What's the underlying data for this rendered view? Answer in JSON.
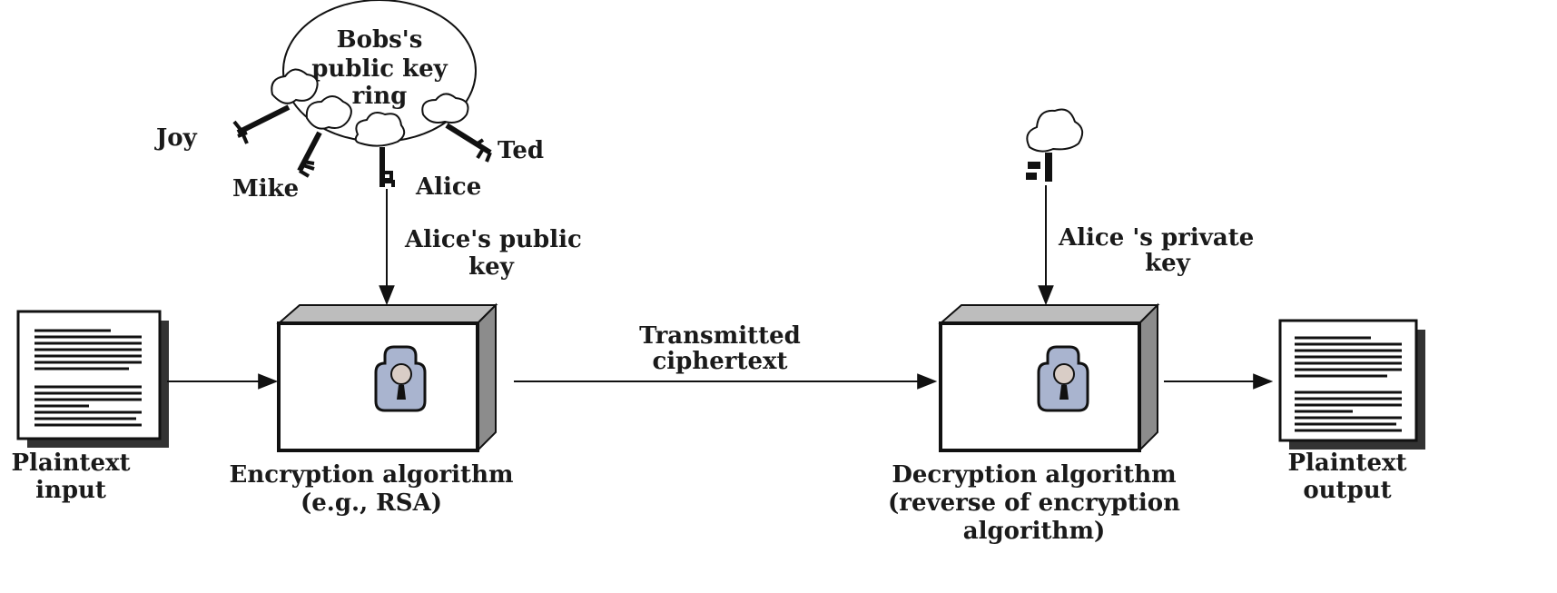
{
  "key_ring": {
    "label_line1": "Bobs's",
    "label_line2": "public key",
    "label_line3": "ring",
    "keys": {
      "joy": "Joy",
      "mike": "Mike",
      "alice": "Alice",
      "ted": "Ted"
    }
  },
  "public_key": {
    "line1": "Alice's public",
    "line2": "key"
  },
  "private_key": {
    "line1": "Alice 's private",
    "line2": "key"
  },
  "plaintext_input": {
    "line1": "Plaintext",
    "line2": "input"
  },
  "encryption": {
    "line1": "Encryption algorithm",
    "line2": "(e.g., RSA)"
  },
  "transmission": {
    "line1": "Transmitted",
    "line2": "ciphertext"
  },
  "decryption": {
    "line1": "Decryption algorithm",
    "line2": "(reverse of encryption",
    "line3": "algorithm)"
  },
  "plaintext_output": {
    "line1": "Plaintext",
    "line2": "output"
  },
  "colors": {
    "lock_plate": "#a9b4cf",
    "lock_knob": "#d9cdc6",
    "box_side": "#8c8c8c",
    "box_top": "#bdbdbd"
  }
}
